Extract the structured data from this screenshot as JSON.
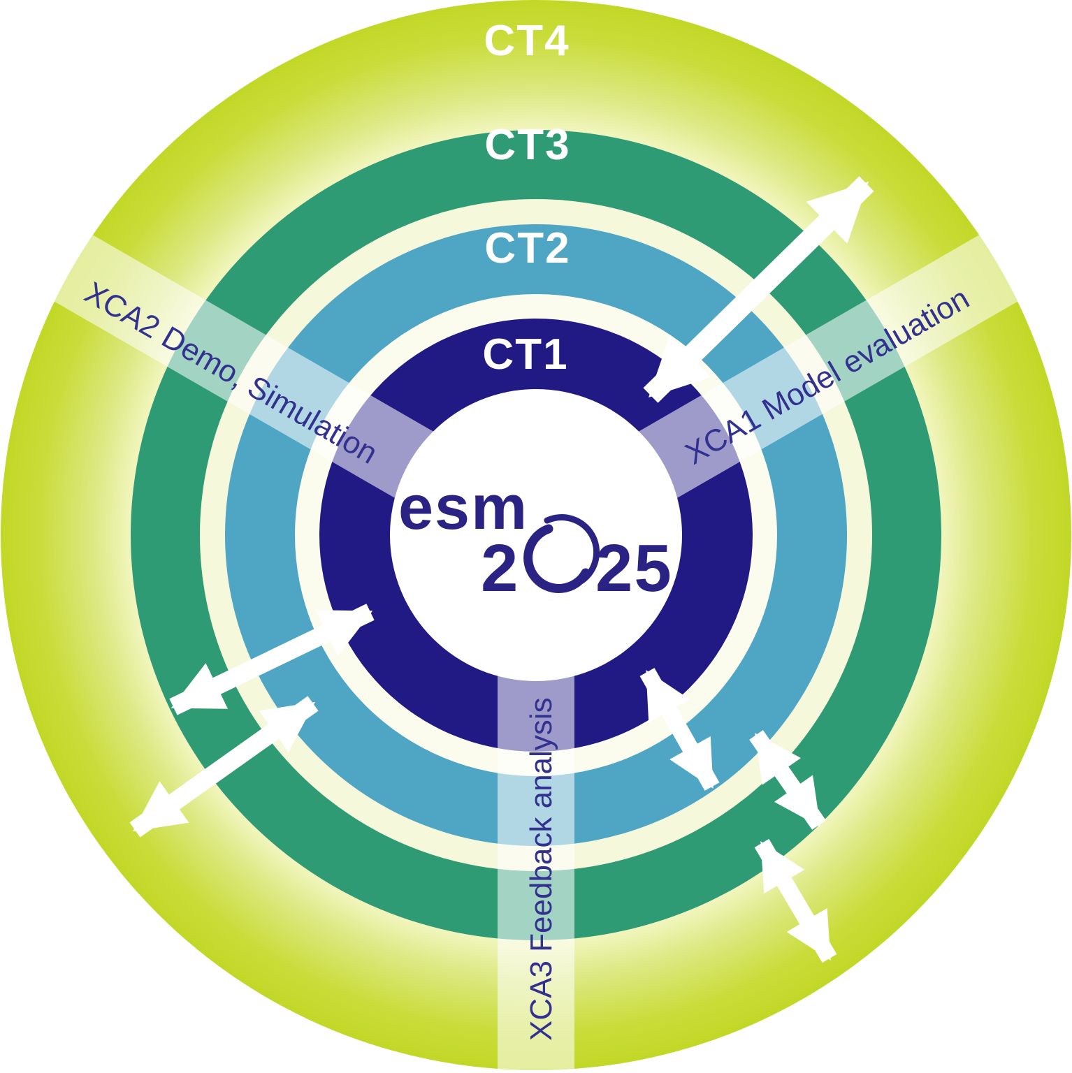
{
  "rings": [
    {
      "label": "CT1",
      "color": "#221a84"
    },
    {
      "label": "CT2",
      "color": "#4fa5c4"
    },
    {
      "label": "CT3",
      "color": "#2f9b74"
    },
    {
      "label": "CT4",
      "color_inner": "#f2f6c0",
      "color_outer": "#c2d827"
    }
  ],
  "spokes": [
    {
      "label": "XCA1 Model evaluation"
    },
    {
      "label": "XCA2 Demo, Simulation"
    },
    {
      "label": "XCA3 Feedback analysis"
    }
  ],
  "logo": {
    "top": "esm",
    "bottom_left": "2",
    "bottom_right": "25",
    "color": "#2b2383"
  },
  "colors": {
    "ct1": "#221a84",
    "ct2": "#4fa5c4",
    "ct3": "#2f9b74",
    "ct4_inner": "#f2f6c0",
    "ct4_mid": "#dde985",
    "ct4_outer": "#c2d827",
    "separator_outer": "#f5f8da",
    "separator_inner": "#fbfcee",
    "center": "#ffffff",
    "spoke_overlay": "#ffffff",
    "spoke_text": "#32318f",
    "ring_label": "#ffffff",
    "arrow": "#ffffff",
    "background": "#ffffff"
  }
}
